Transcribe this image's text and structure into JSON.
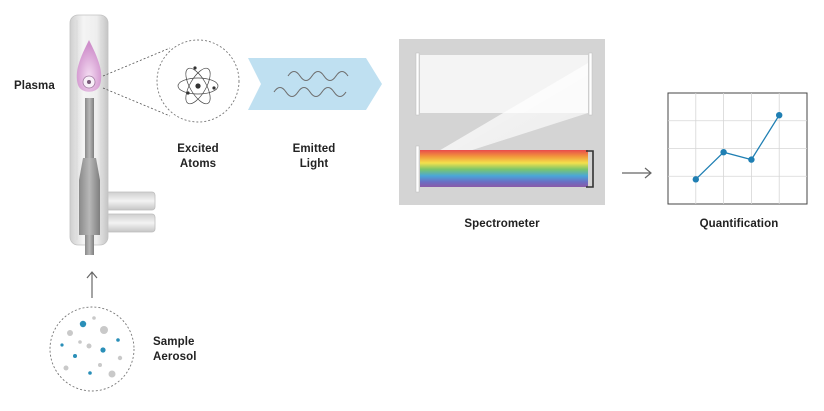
{
  "labels": {
    "plasma": "Plasma",
    "excited_atoms_line1": "Excited",
    "excited_atoms_line2": "Atoms",
    "emitted_light_line1": "Emitted",
    "emitted_light_line2": "Light",
    "spectrometer": "Spectrometer",
    "quantification": "Quantification",
    "sample_aerosol_line1": "Sample",
    "sample_aerosol_line2": "Aerosol"
  },
  "colors": {
    "plasma_flame": "#d9a6d6",
    "emitted_light_band": "#bfe0f1",
    "wave": "#6f6f6f",
    "spectrometer_box": "#d4d4d4",
    "chart_series": "#1f7fb3",
    "aerosol_blue": "#2a8fb8",
    "aerosol_grey": "#c9c9c9",
    "arrow": "#666666"
  },
  "icons": [
    "plasma-torch-icon",
    "atom-icon",
    "light-wave-icon",
    "spectrum-icon",
    "right-arrow-icon",
    "up-arrow-icon",
    "aerosol-icon"
  ],
  "chart_data": {
    "type": "line",
    "title": "",
    "xlabel": "",
    "ylabel": "",
    "x": [
      1,
      2,
      3,
      4
    ],
    "series": [
      {
        "values": [
          1.0,
          2.1,
          1.8,
          3.6
        ]
      }
    ],
    "xlim": [
      0,
      5
    ],
    "ylim": [
      0,
      4.5
    ],
    "grid": true
  }
}
